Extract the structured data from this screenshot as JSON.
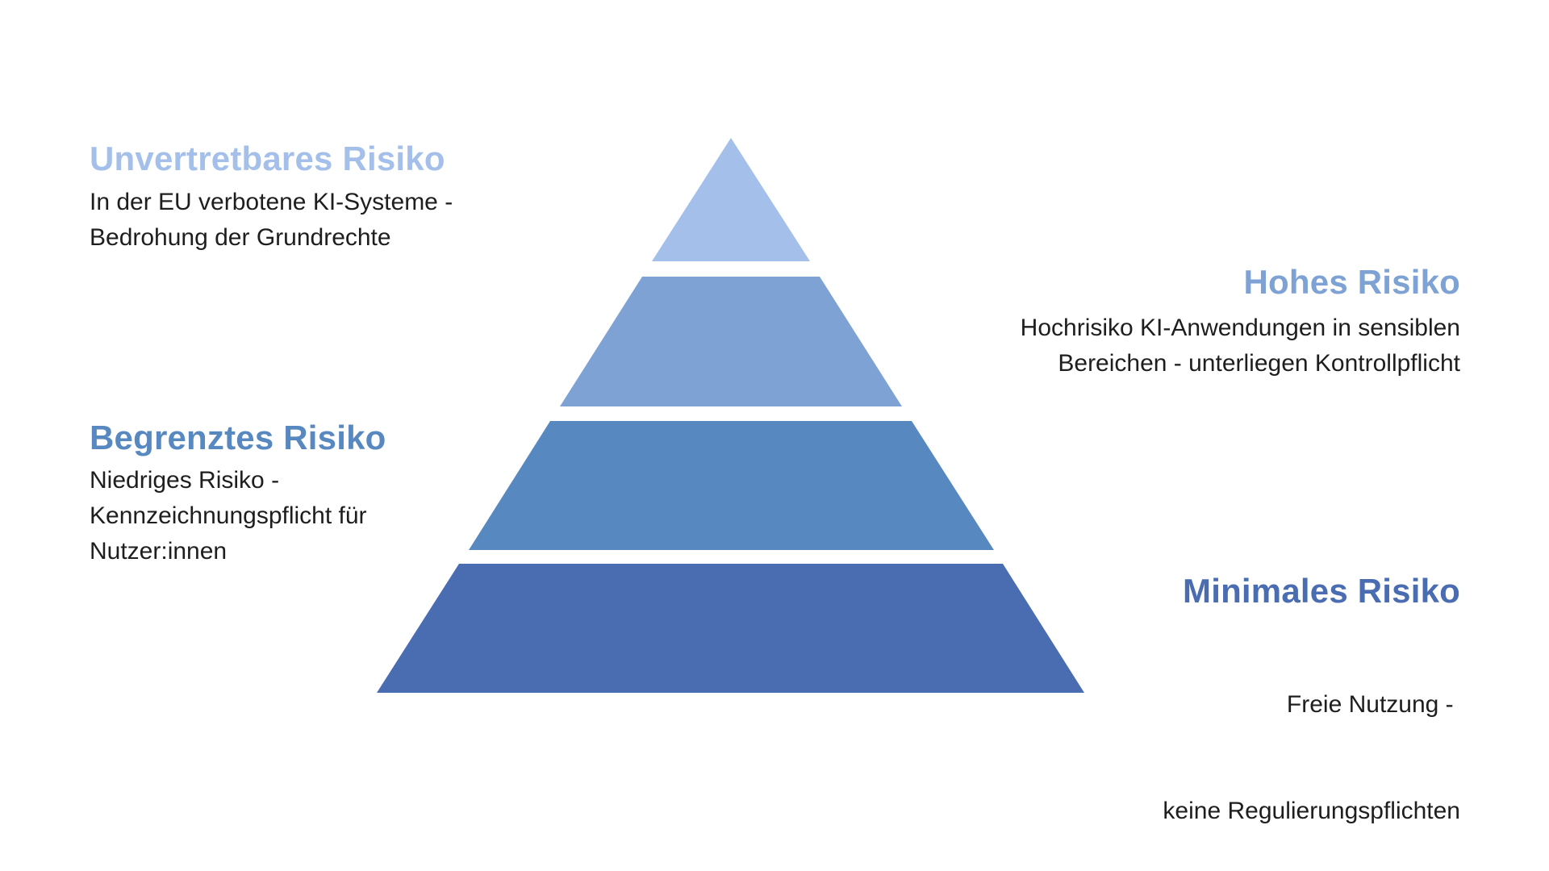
{
  "colors": {
    "background": "#ffffff",
    "body_text": "#1e1e1e",
    "tier_unacceptable": "#A3BFEA",
    "tier_high": "#7FA2D4",
    "tier_limited": "#5888C0",
    "tier_minimal": "#4A6DB2"
  },
  "pyramid": {
    "tiers": [
      {
        "id": "unacceptable",
        "title": "Unvertretbares Risiko",
        "description_lines": [
          "In der EU verbotene KI-Systeme -",
          "Bedrohung der Grundrechte"
        ],
        "color": "#A3BFEA",
        "text_side": "left"
      },
      {
        "id": "high",
        "title": "Hohes Risiko",
        "description_lines": [
          "Hochrisiko KI-Anwendungen in sensiblen",
          "Bereichen - unterliegen Kontrollpflicht"
        ],
        "color": "#7FA2D4",
        "text_side": "right"
      },
      {
        "id": "limited",
        "title": "Begrenztes Risiko",
        "description_lines": [
          "Niedriges Risiko -",
          "Kennzeichnungspflicht für",
          "Nutzer:innen"
        ],
        "color": "#5888C0",
        "text_side": "left"
      },
      {
        "id": "minimal",
        "title": "Minimales Risiko",
        "description_lines": [
          "Freie Nutzung - ",
          "keine Regulierungspflichten"
        ],
        "color": "#4A6DB2",
        "text_side": "right"
      }
    ]
  }
}
